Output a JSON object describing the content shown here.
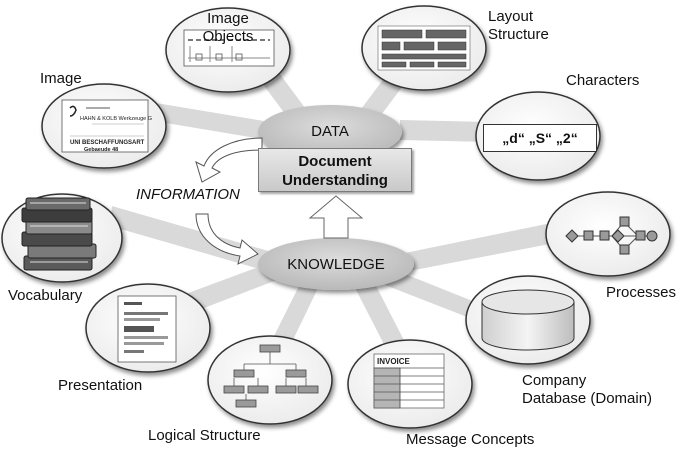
{
  "center": {
    "data_label": "DATA",
    "knowledge_label": "KNOWLEDGE",
    "information_label": "INFORMATION",
    "box_line1": "Document",
    "box_line2": "Understanding"
  },
  "nodes": {
    "image_objects": {
      "line1": "Image",
      "line2": "Objects"
    },
    "layout_structure": {
      "line1": "Layout",
      "line2": "Structure"
    },
    "image": {
      "label": "Image"
    },
    "characters": {
      "label": "Characters",
      "sample": "„d“ „S“ „2“"
    },
    "vocabulary": {
      "label": "Vocabulary"
    },
    "processes": {
      "label": "Processes"
    },
    "presentation": {
      "label": "Presentation"
    },
    "company_database": {
      "line1": "Company",
      "line2": "Database (Domain)"
    },
    "logical_structure": {
      "label": "Logical Structure"
    },
    "message_concepts": {
      "label": "Message Concepts",
      "invoice": "INVOICE"
    }
  },
  "image_doc": {
    "line1": "HAHN & KOLB Werkzeuge G",
    "line2": "UNI BESCHAFFUNGSART",
    "line3": "Gebaeude 48"
  },
  "colors": {
    "spoke": "#d6d6d6",
    "hub": "#c4c4c4",
    "circle_fill": "#ffffff",
    "circle_border": "#3a3a3a",
    "box_fill": "#d9d9d9"
  }
}
